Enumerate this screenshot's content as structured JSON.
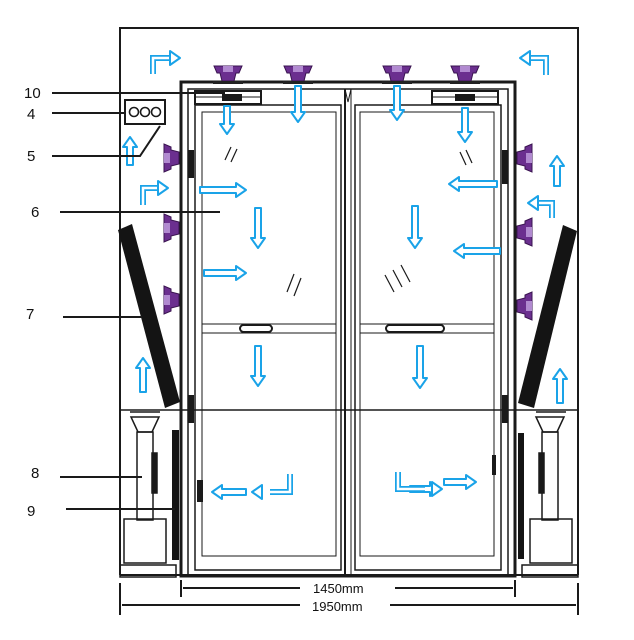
{
  "callouts": [
    {
      "id": "10",
      "label": "10"
    },
    {
      "id": "4",
      "label": "4"
    },
    {
      "id": "5",
      "label": "5"
    },
    {
      "id": "6",
      "label": "6"
    },
    {
      "id": "7",
      "label": "7"
    },
    {
      "id": "8",
      "label": "8"
    },
    {
      "id": "9",
      "label": "9"
    }
  ],
  "dimensions": {
    "inner_width": "1450mm",
    "outer_width": "1950mm"
  },
  "colors": {
    "frame": "#1a1a1a",
    "arrow": "#1aa3e8",
    "magnet": "#6b2f8f",
    "panel": "#141414",
    "background": "#ffffff"
  },
  "icons": {
    "flow_arrow": "arrow-icon",
    "magnet": "magnet-icon",
    "handle": "handle-icon",
    "door_closer": "door-closer-icon"
  }
}
